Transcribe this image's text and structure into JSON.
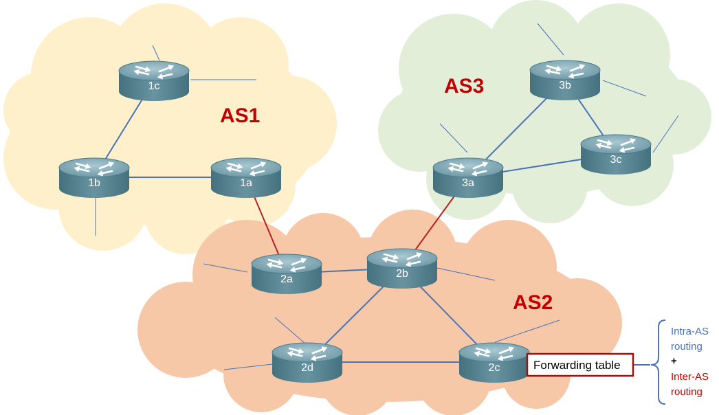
{
  "colors": {
    "as1_cloud": "#fdf0cb",
    "as2_cloud": "#f6c8a8",
    "as3_cloud": "#e3eed8",
    "intra_link": "#4a72b8",
    "inter_link": "#b22222",
    "stub_link": "#4a72b8",
    "as_label": "#c00000",
    "router_body": "#5b8a99",
    "router_top": "#7ea7b4",
    "intra_text": "#4a72b8",
    "inter_text": "#c00000",
    "ft_border": "#a01010"
  },
  "autonomous_systems": [
    {
      "id": "as1",
      "label": "AS1"
    },
    {
      "id": "as2",
      "label": "AS2"
    },
    {
      "id": "as3",
      "label": "AS3"
    }
  ],
  "routers": [
    {
      "id": "1a",
      "label": "1a",
      "as": "as1"
    },
    {
      "id": "1b",
      "label": "1b",
      "as": "as1"
    },
    {
      "id": "1c",
      "label": "1c",
      "as": "as1"
    },
    {
      "id": "2a",
      "label": "2a",
      "as": "as2"
    },
    {
      "id": "2b",
      "label": "2b",
      "as": "as2"
    },
    {
      "id": "2c",
      "label": "2c",
      "as": "as2"
    },
    {
      "id": "2d",
      "label": "2d",
      "as": "as2"
    },
    {
      "id": "3a",
      "label": "3a",
      "as": "as3"
    },
    {
      "id": "3b",
      "label": "3b",
      "as": "as3"
    },
    {
      "id": "3c",
      "label": "3c",
      "as": "as3"
    }
  ],
  "links": [
    {
      "from": "1b",
      "to": "1c",
      "type": "intra"
    },
    {
      "from": "1b",
      "to": "1a",
      "type": "intra"
    },
    {
      "from": "3a",
      "to": "3b",
      "type": "intra"
    },
    {
      "from": "3a",
      "to": "3c",
      "type": "intra"
    },
    {
      "from": "3b",
      "to": "3c",
      "type": "intra"
    },
    {
      "from": "2a",
      "to": "2b",
      "type": "intra"
    },
    {
      "from": "2b",
      "to": "2d",
      "type": "intra"
    },
    {
      "from": "2b",
      "to": "2c",
      "type": "intra"
    },
    {
      "from": "2d",
      "to": "2c",
      "type": "intra"
    },
    {
      "from": "1a",
      "to": "2a",
      "type": "inter"
    },
    {
      "from": "3a",
      "to": "2b",
      "type": "inter"
    }
  ],
  "forwarding_table": {
    "label": "Forwarding table",
    "router": "2c"
  },
  "legend": {
    "intra_lines": [
      "Intra-AS",
      "routing"
    ],
    "plus": "+",
    "inter_lines": [
      "Inter-AS",
      "routing"
    ]
  }
}
